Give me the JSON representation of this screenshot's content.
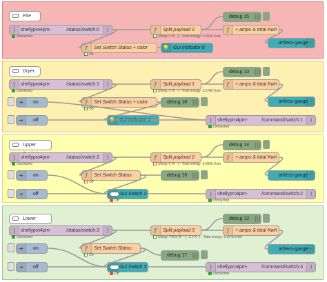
{
  "groups": [
    {
      "comment": "Fire",
      "color": "#f6a6a6",
      "mqtt_in": {
        "device": "shellypro4pm-",
        "topic": "/status/switch:0",
        "status": "connected"
      },
      "split": {
        "label": "Split payload 0",
        "status": "Using: 0 W - | - Total energy: 0.0946 Kwh"
      },
      "debug": "debug 15",
      "amps": "+ amps & total Kwh",
      "gauge": "artless-gauge",
      "set_status": {
        "label": "Set Switch Status + color",
        "status": "On"
      },
      "indicator": "Gui Indicator 0"
    },
    {
      "comment": "Dryer",
      "color": "#fff2a8",
      "mqtt_in": {
        "device": "shellypro4pm-",
        "topic": "/status/switch:1",
        "status": "connected"
      },
      "split": {
        "label": "Split payload 1",
        "status": "Using: 0 W - | - Total energy: 5.5786 Kwh"
      },
      "debug": "debug 13",
      "amps": "+ amps & total Kwh",
      "gauge": "artless-gauge",
      "set_status": {
        "label": "Set Switch Status + color",
        "status": "On"
      },
      "debug2": "debug 18",
      "on": "on",
      "off": "off",
      "indicator": "Gui Indicator 1",
      "mqtt_out": {
        "device": "shellypro4pm-",
        "topic": "/command/switch:1",
        "status": "connected"
      }
    },
    {
      "comment": "Upper Socket",
      "color": "#ffffa8",
      "mqtt_in": {
        "device": "shellypro4pm-",
        "topic": "/status/switch:2",
        "status": "connected"
      },
      "split": {
        "label": "Split payload 2",
        "status": "Using: 0 W - | - Total energy: 0.0000 Kwh"
      },
      "debug": "debug 14",
      "amps": "+ amps & total Kwh",
      "gauge": "artless-gauge",
      "set_status": {
        "label": "Set Switch Status",
        "status": "Off"
      },
      "debug2": "debug 16",
      "on": "on",
      "off": "off",
      "gui_switch": {
        "label": "Gui Switch 2",
        "status": "Off"
      },
      "mqtt_out": {
        "device": "shellypro4pm-",
        "topic": "/command/switch:2",
        "status": "connected"
      }
    },
    {
      "comment": "Lower Socket",
      "color": "#d4ecc4",
      "mqtt_in": {
        "device": "shellypro4pm-",
        "topic": "/status/switch:3",
        "status": "connected"
      },
      "split": {
        "label": "Split payload 3",
        "status": "Using: 749.5 W - | - 3.1 A - | - Total energy: 0.0049 Kwh"
      },
      "debug": "debug 12",
      "amps": "+ amps & total Kwh",
      "gauge": "artless-gauge",
      "set_status": {
        "label": "Set Switch Status",
        "status": "On"
      },
      "debug2": "debug 17",
      "on": "on",
      "off": "off",
      "gui_switch": {
        "label": "Gui Switch 3",
        "status": "Off"
      },
      "mqtt_out": {
        "device": "shellypro4pm-",
        "topic": "/command/switch:3",
        "status": "connected"
      }
    }
  ],
  "colors": {
    "mqtt": "#d8bfd8",
    "function": "#fdd0a2",
    "debug": "#87a980",
    "dashboard": "#3fadb5",
    "inject": "#a6bbcf",
    "connected": "#3c9c3c",
    "on": "#3c9c3c",
    "off": "#d9534f"
  }
}
